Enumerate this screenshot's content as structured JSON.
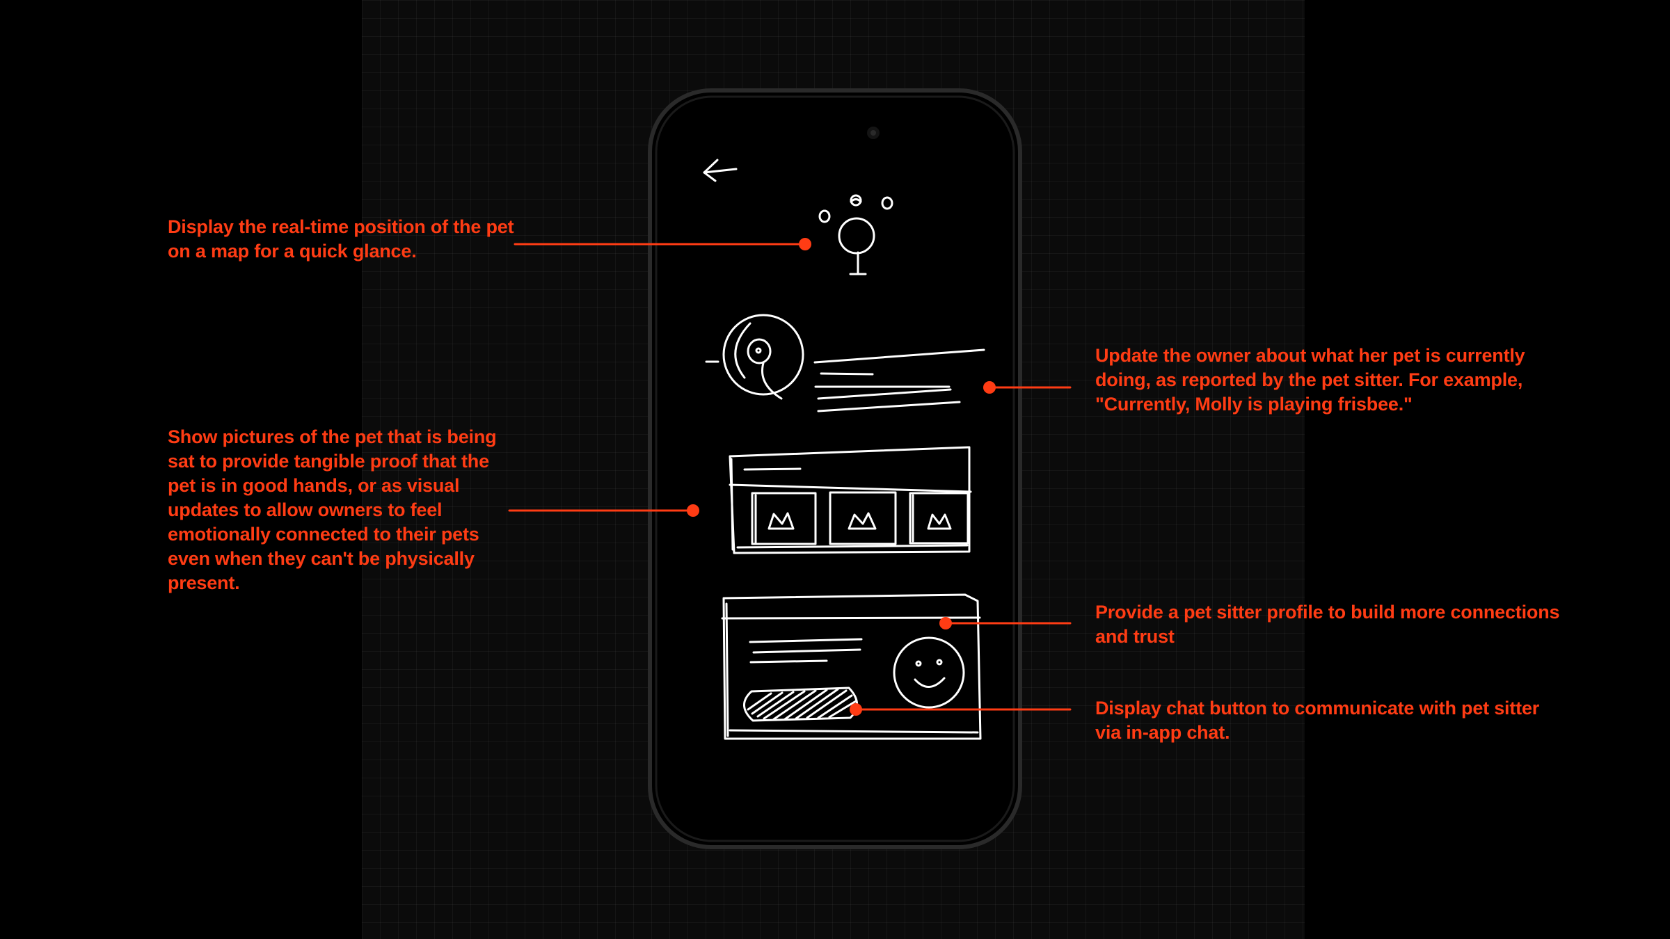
{
  "colors": {
    "background": "#000000",
    "grid": "#0b0b0b",
    "accent": "#ff3c14",
    "sketch": "#ffffff",
    "phone_frame": "#2a2a2a"
  },
  "phone": {
    "icons": [
      "back-arrow-icon",
      "map-pin-icon",
      "pet-avatar-icon",
      "image-icon",
      "smiley-face-icon"
    ]
  },
  "annotations": {
    "map": "Display the real-time position of the pet on a map for a quick glance.",
    "status": "Update the owner about what her pet is currently doing, as reported by the pet sitter. For example, \"Currently, Molly is playing frisbee.\"",
    "photos": "Show pictures of the pet that is being sat to provide tangible proof that the pet is in good hands, or as visual updates to allow owners to feel emotionally connected to their pets even when they can't be physically present.",
    "profile": "Provide a pet sitter profile to build more connections and trust",
    "chat": "Display chat button to communicate with pet sitter via in-app chat."
  }
}
